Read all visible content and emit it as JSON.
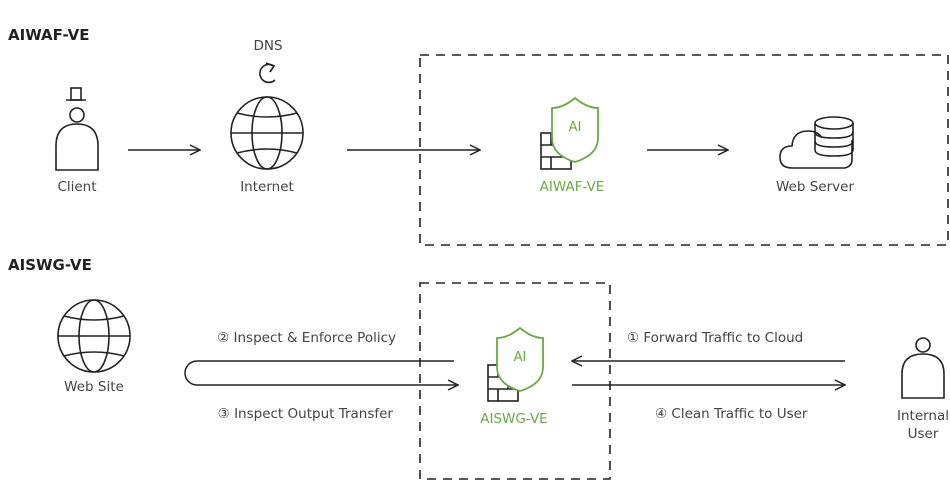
{
  "sections": {
    "waf": {
      "title": "AIWAF-VE",
      "nodes": {
        "client": "Client",
        "dns": "DNS",
        "internet": "Internet",
        "appliance": "AIWAF-VE",
        "shield_text": "AI",
        "web_server": "Web Server"
      }
    },
    "swg": {
      "title": "AISWG-VE",
      "nodes": {
        "web_site": "Web Site",
        "appliance": "AISWG-VE",
        "shield_text": "AI",
        "internal_user_line1": "Internal",
        "internal_user_line2": "User"
      },
      "flows": {
        "step1": "① Forward Traffic to Cloud",
        "step2": "② Inspect & Enforce Policy",
        "step3": "③ Inspect Output Transfer",
        "step4": "④ Clean Traffic to User"
      }
    }
  },
  "colors": {
    "accent_green": "#6aaa45",
    "line": "#222222",
    "text": "#444444"
  },
  "icons": [
    "person-icon",
    "globe-icon",
    "refresh-icon",
    "shield-icon",
    "firewall-icon",
    "cloud-server-icon"
  ]
}
